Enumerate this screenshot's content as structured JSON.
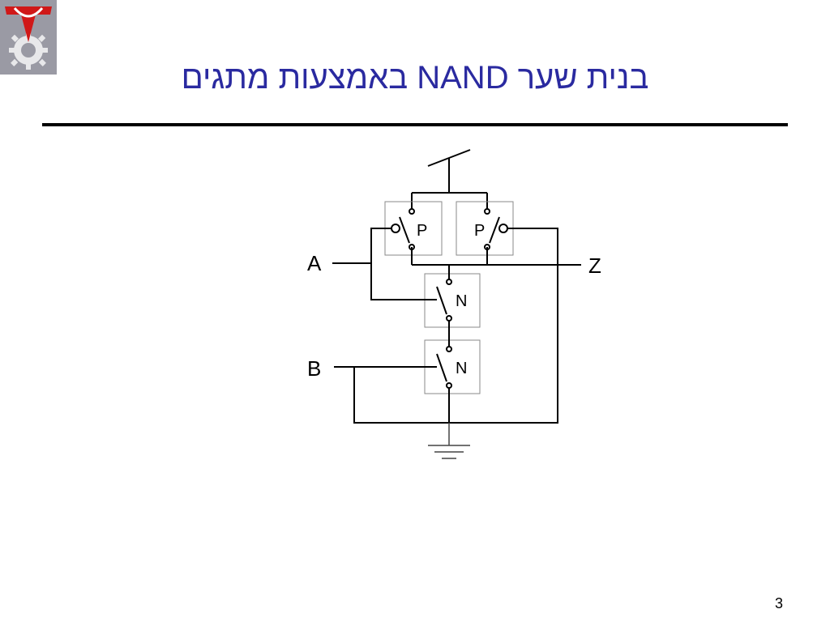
{
  "slide": {
    "title": "בנית שער NAND באמצעות מתגים",
    "page_number": "3"
  },
  "logo": {
    "icon": "technion-logo-icon",
    "background": "#9a9aa4",
    "accent": "#d01818"
  },
  "diagram": {
    "inputs": {
      "a": "A",
      "b": "B"
    },
    "output": "Z",
    "switches": [
      {
        "type": "P"
      },
      {
        "type": "P"
      },
      {
        "type": "N"
      },
      {
        "type": "N"
      }
    ]
  }
}
